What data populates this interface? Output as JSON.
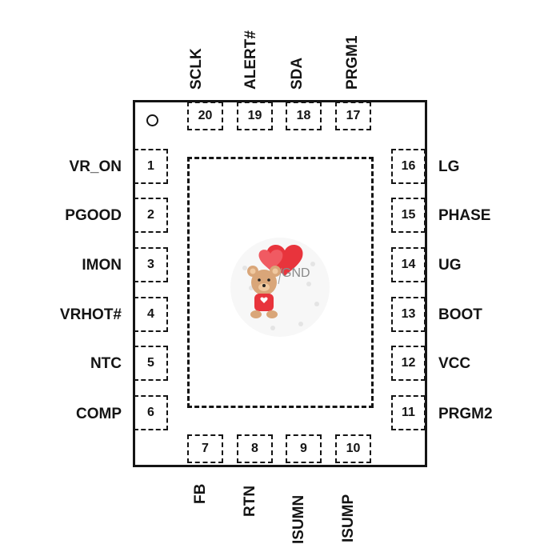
{
  "pins_left": [
    {
      "number": "1",
      "name": "VR_ON"
    },
    {
      "number": "2",
      "name": "PGOOD"
    },
    {
      "number": "3",
      "name": "IMON"
    },
    {
      "number": "4",
      "name": "VRHOT#"
    },
    {
      "number": "5",
      "name": "NTC"
    },
    {
      "number": "6",
      "name": "COMP"
    }
  ],
  "pins_bottom": [
    {
      "number": "7",
      "name": "FB"
    },
    {
      "number": "8",
      "name": "RTN"
    },
    {
      "number": "9",
      "name": "ISUMN"
    },
    {
      "number": "10",
      "name": "ISUMP"
    }
  ],
  "pins_right": [
    {
      "number": "11",
      "name": "PRGM2"
    },
    {
      "number": "12",
      "name": "VCC"
    },
    {
      "number": "13",
      "name": "BOOT"
    },
    {
      "number": "14",
      "name": "UG"
    },
    {
      "number": "15",
      "name": "PHASE"
    },
    {
      "number": "16",
      "name": "LG"
    }
  ],
  "pins_top": [
    {
      "number": "17",
      "name": "PRGM1"
    },
    {
      "number": "18",
      "name": "SDA"
    },
    {
      "number": "19",
      "name": "ALERT#"
    },
    {
      "number": "20",
      "name": "SCLK"
    }
  ],
  "exposed_pad": {
    "label": "GND"
  },
  "colors": {
    "ink": "#141414",
    "heart": "#e8343c",
    "bear": "#d9a679"
  }
}
